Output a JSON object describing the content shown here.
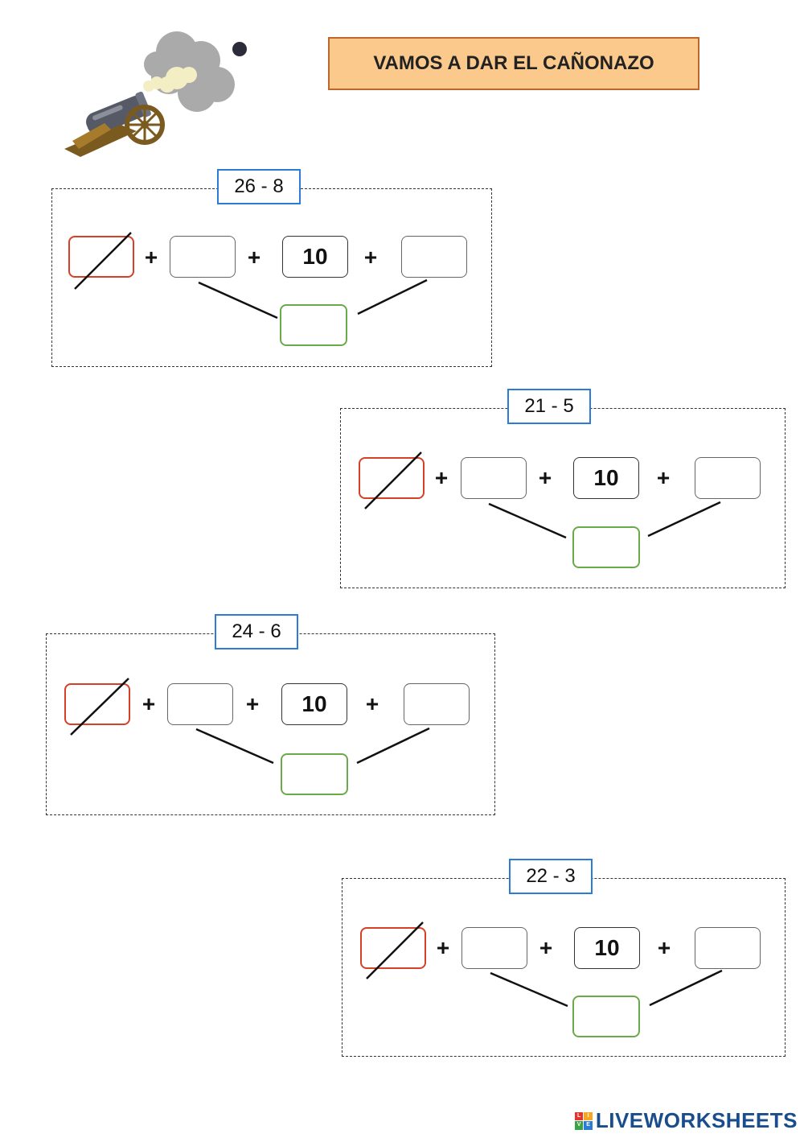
{
  "header": {
    "title": "VAMOS A DAR EL CAÑONAZO"
  },
  "exercises": [
    {
      "operation": "26 - 8",
      "tens_value": "10"
    },
    {
      "operation": "21 - 5",
      "tens_value": "10"
    },
    {
      "operation": "24 - 6",
      "tens_value": "10"
    },
    {
      "operation": "22 - 3",
      "tens_value": "10"
    }
  ],
  "symbols": {
    "plus": "+"
  },
  "footer": {
    "brand": "LIVEWORKSHEETS",
    "mark_letters": [
      "L",
      "I",
      "V",
      "E"
    ]
  },
  "colors": {
    "title_bg": "#fbc98b",
    "title_border": "#c0662a",
    "operation_border": "#2c7bd6",
    "crossed_box": "#d64027",
    "result_box": "#6aaa48",
    "brand": "#1a4d8c"
  },
  "icons": {
    "illustration": "cannon-firing-icon"
  }
}
